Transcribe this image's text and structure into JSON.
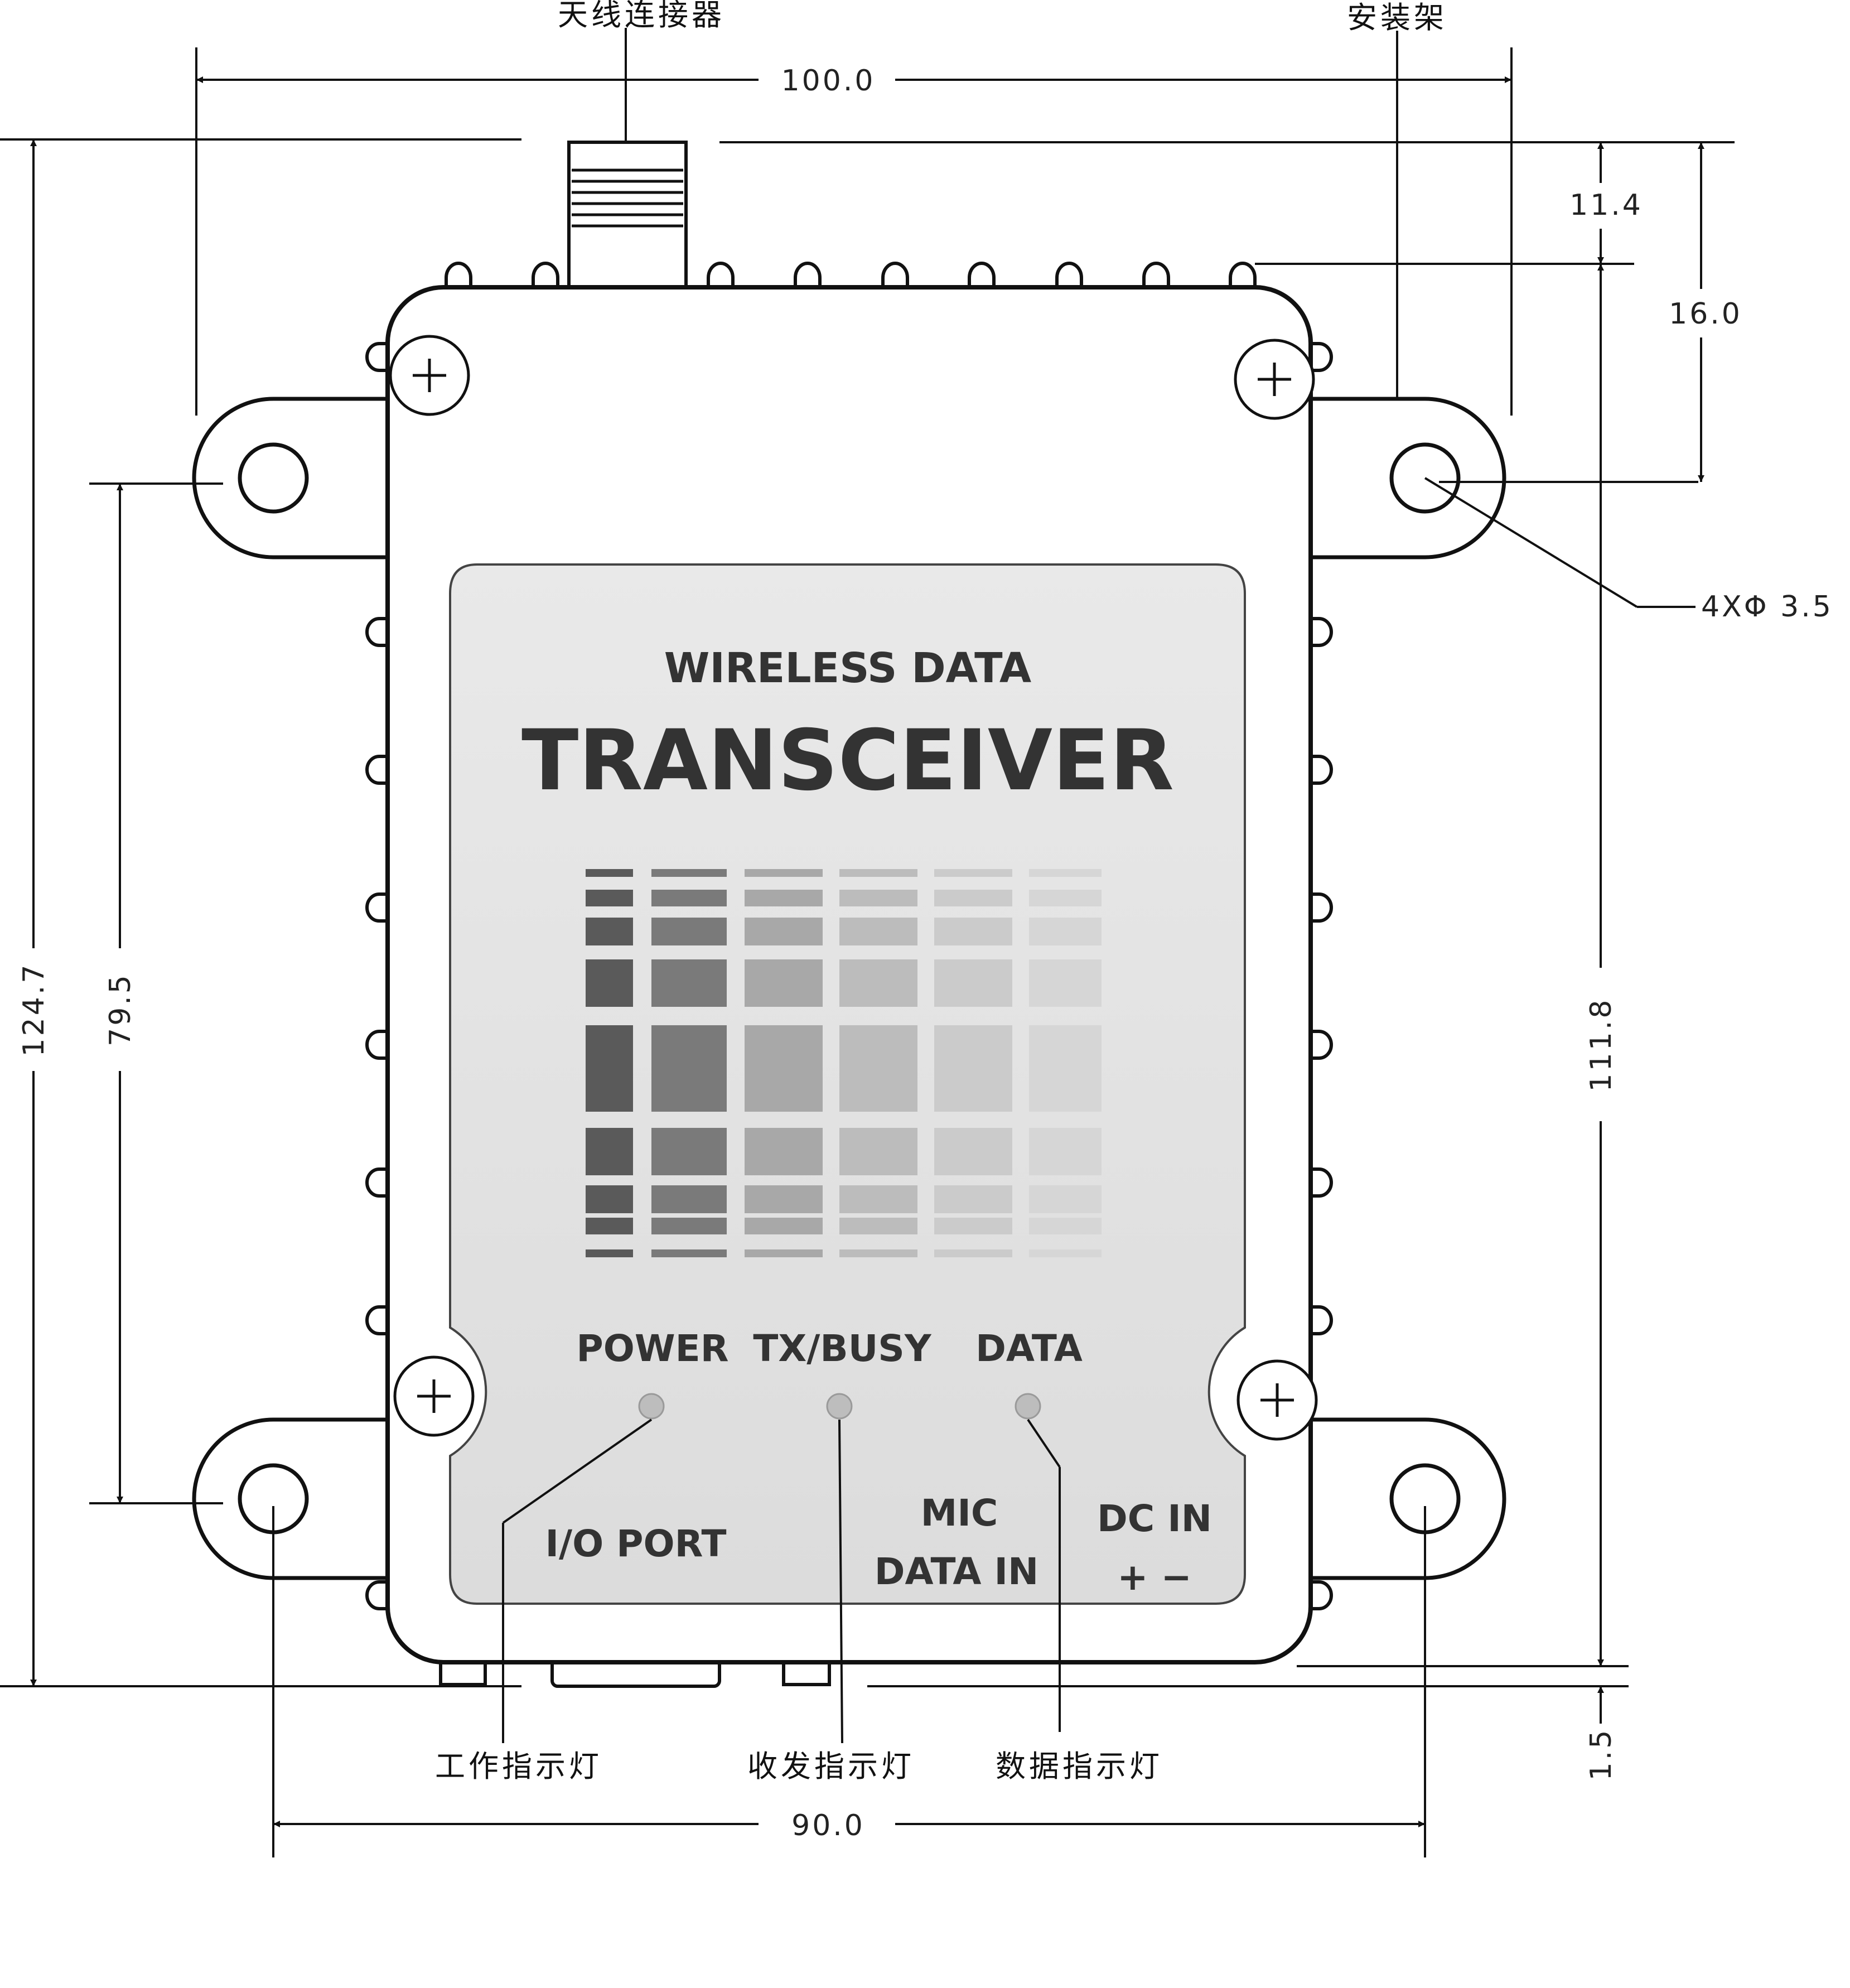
{
  "callouts": {
    "antenna_connector": "天线连接器",
    "mounting_bracket": "安装架",
    "power_indicator": "工作指示灯",
    "txrx_indicator": "收发指示灯",
    "data_indicator": "数据指示灯"
  },
  "dimensions": {
    "overall_width": "100.0",
    "hole_spacing_width": "90.0",
    "overall_height": "124.7",
    "hole_spacing_height": "79.5",
    "body_height": "111.8",
    "antenna_height": "11.4",
    "bracket_offset": "16.0",
    "bottom_connector": "1.5",
    "holes": "4XΦ 3.5"
  },
  "panel": {
    "subtitle": "WIRELESS DATA",
    "title": "TRANSCEIVER",
    "led_power": "POWER",
    "led_tx": "TX/BUSY",
    "led_data": "DATA",
    "io_port": "I/O PORT",
    "mic": "MIC",
    "data_in": "DATA IN",
    "dc_in": "DC IN",
    "polarity": "+ −"
  },
  "colors": {
    "line": "#111111",
    "panel_fill": "#e4e4e4",
    "led": "#bdbdbd"
  }
}
